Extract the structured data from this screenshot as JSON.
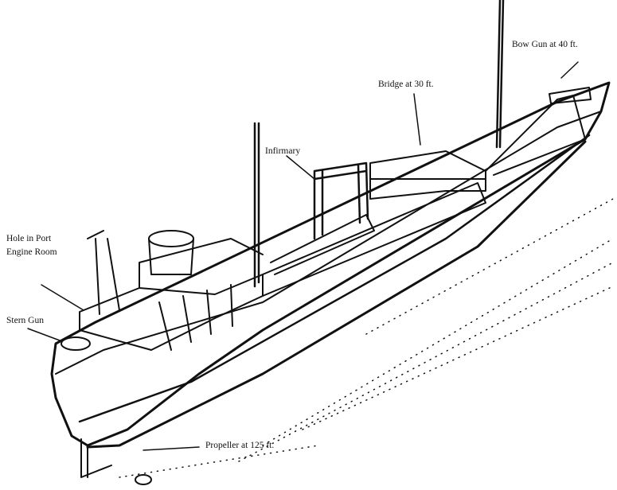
{
  "labels": {
    "bow_gun": "Bow Gun at 40 ft.",
    "bridge": "Bridge at 30 ft.",
    "infirmary": "Infirmary",
    "hole_line1": "Hole in Port",
    "hole_line2": "Engine Room",
    "stern_gun": "Stern Gun",
    "propeller": "Propeller at 125 ft."
  }
}
